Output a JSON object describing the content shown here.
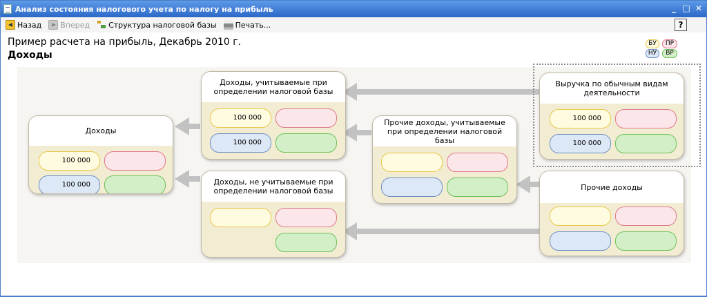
{
  "window": {
    "title": "Анализ состояния налогового учета по налогу на прибыль",
    "controls": [
      "_",
      "□",
      "✕"
    ]
  },
  "toolbar": {
    "back_label": "Назад",
    "forward_label": "Вперед",
    "structure_label": "Структура налоговой базы",
    "print_label": "Печать...",
    "help_label": "?"
  },
  "header": {
    "title": "Пример расчета на прибыль, Декабрь 2010 г.",
    "section": "Доходы"
  },
  "legend": {
    "bu": "БУ",
    "pr": "ПР",
    "nu": "НУ",
    "vr": "ВР"
  },
  "colors": {
    "bu": "#e8c84a",
    "pr": "#e07a8c",
    "nu": "#6c8fc4",
    "vr": "#6fc15a"
  },
  "cards": {
    "income": {
      "title": "Доходы",
      "bu": "100 000",
      "pr": "",
      "nu": "100 000",
      "vr": ""
    },
    "taxable": {
      "title": "Доходы, учитываемые при определении налоговой базы",
      "bu": "100 000",
      "pr": "",
      "nu": "100 000",
      "vr": ""
    },
    "nontaxable": {
      "title": "Доходы, не учитываемые при определении налоговой базы",
      "bu": "",
      "pr": "",
      "vr": ""
    },
    "other_taxable": {
      "title": "Прочие доходы, учитываемые при определении налоговой базы",
      "bu": "",
      "pr": "",
      "nu": "",
      "vr": ""
    },
    "revenue": {
      "title": "Выручка по обычным видам деятельности",
      "bu": "100 000",
      "pr": "",
      "nu": "100 000",
      "vr": ""
    },
    "other": {
      "title": "Прочие доходы",
      "bu": "",
      "pr": "",
      "nu": "",
      "vr": ""
    }
  }
}
